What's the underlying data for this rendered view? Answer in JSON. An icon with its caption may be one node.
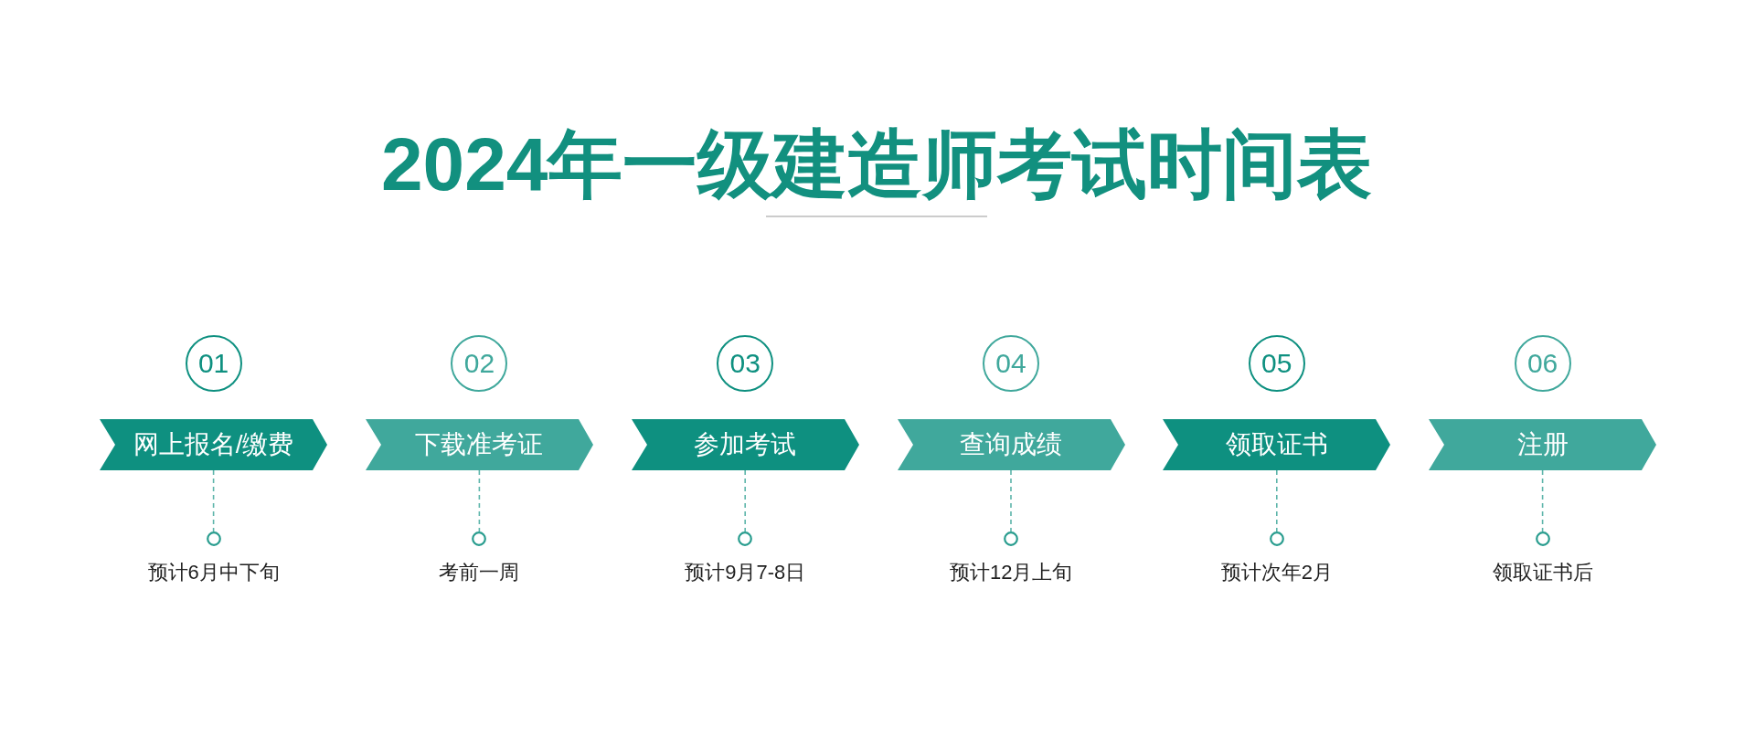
{
  "diagram": {
    "title": "2024年一级建造师考试时间表",
    "nodes": [
      {
        "text": [
          "01"
        ]
      },
      {
        "text": [
          "02"
        ]
      },
      {
        "text": [
          "03"
        ]
      },
      {
        "text": [
          "04"
        ]
      },
      {
        "text": [
          "05"
        ]
      },
      {
        "text": [
          "06"
        ]
      },
      {
        "text": [
          "网上报名/缴费"
        ]
      },
      {
        "text": [
          "下载准考证"
        ]
      },
      {
        "text": [
          "参加考试"
        ]
      },
      {
        "text": [
          "查询成绩"
        ]
      },
      {
        "text": [
          "领取证书"
        ]
      },
      {
        "text": [
          "注册"
        ]
      },
      {
        "text": [],
        "shape": "circle",
        "beside": [
          "预计6月中下旬"
        ]
      },
      {
        "text": [],
        "shape": "circle",
        "beside": [
          "考前一周"
        ]
      },
      {
        "text": [],
        "shape": "circle",
        "beside": [
          "预计9月7-8日"
        ]
      },
      {
        "text": [],
        "shape": "circle",
        "beside": [
          "预计12月上旬"
        ]
      },
      {
        "text": [],
        "shape": "circle",
        "beside": [
          "预计次年2月"
        ]
      },
      {
        "text": [],
        "shape": "circle",
        "beside": [
          "领取证书后"
        ]
      }
    ],
    "edges": [
      {
        "from": 6,
        "to": 12,
        "arrow": "none",
        "style": "dashed"
      },
      {
        "from": 7,
        "to": 13,
        "arrow": "none",
        "style": "dashed"
      },
      {
        "from": 8,
        "to": 14,
        "arrow": "none",
        "style": "dashed"
      },
      {
        "from": 9,
        "to": 15,
        "arrow": "none",
        "style": "dashed"
      },
      {
        "from": 10,
        "to": 16,
        "arrow": "none",
        "style": "dashed"
      },
      {
        "from": 11,
        "to": 17,
        "arrow": "none",
        "style": "dashed"
      }
    ]
  }
}
